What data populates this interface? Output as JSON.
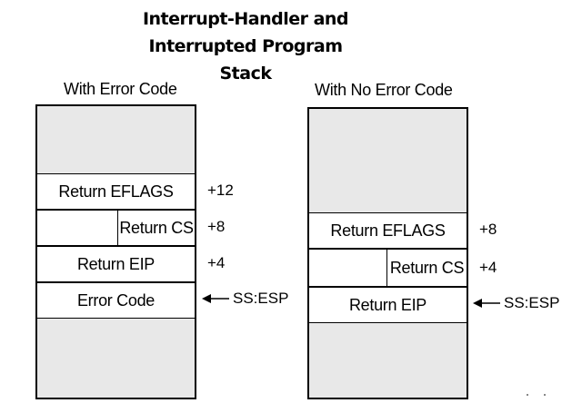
{
  "title": {
    "line1": "Interrupt-Handler and",
    "line2": "Interrupted Program",
    "line3": "Stack"
  },
  "left_stack": {
    "caption": "With Error Code",
    "cells": {
      "eflags": "Return EFLAGS",
      "cs": "Return CS",
      "eip": "Return EIP",
      "error": "Error Code"
    },
    "offsets": {
      "eflags": "+12",
      "cs": "+8",
      "eip": "+4"
    },
    "pointer": "SS:ESP"
  },
  "right_stack": {
    "caption": "With No Error Code",
    "cells": {
      "eflags": "Return EFLAGS",
      "cs": "Return CS",
      "eip": "Return EIP"
    },
    "offsets": {
      "eflags": "+8",
      "cs": "+4"
    },
    "pointer": "SS:ESP"
  }
}
